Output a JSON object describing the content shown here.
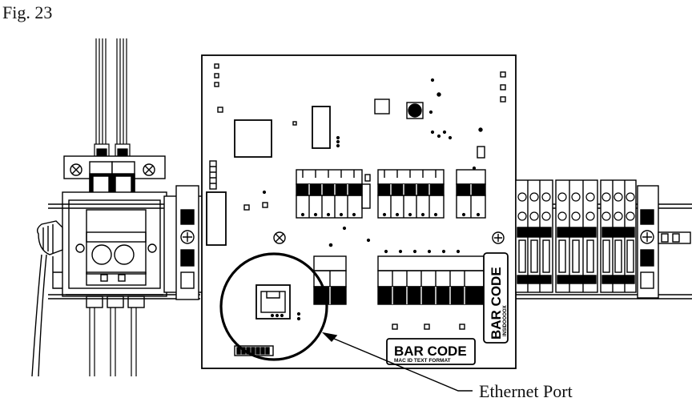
{
  "figure": {
    "caption": "Fig. 23",
    "callout_label": "Ethernet Port",
    "board_label_horizontal": "BAR CODE",
    "board_label_horizontal_sub": "MAC ID TEXT FORMAT",
    "board_label_vertical": "BAR CODE",
    "board_label_vertical_sub": "INSIDOOOOX"
  }
}
